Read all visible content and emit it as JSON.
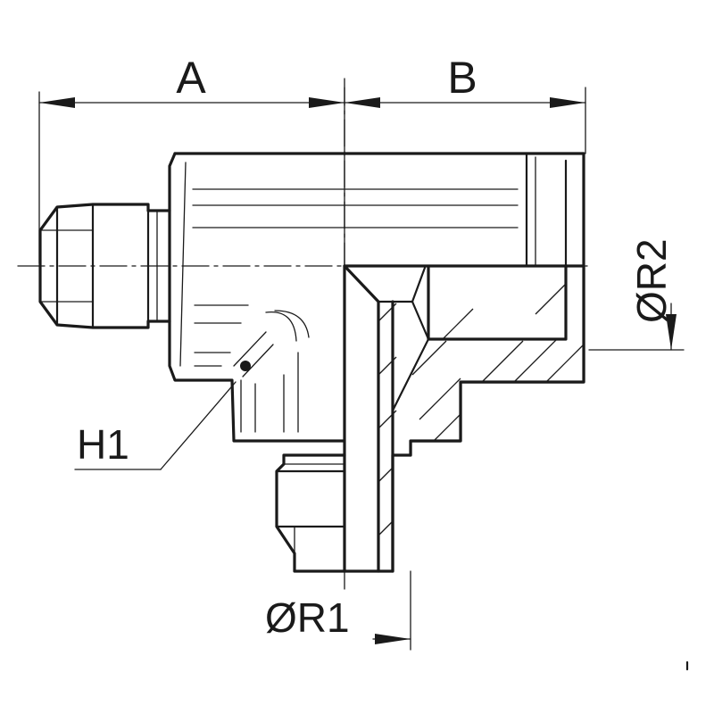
{
  "labels": {
    "dim_a": "A",
    "dim_b": "B",
    "dim_r1": "ØR1",
    "dim_r2": "ØR2",
    "dim_h1": "H1"
  }
}
